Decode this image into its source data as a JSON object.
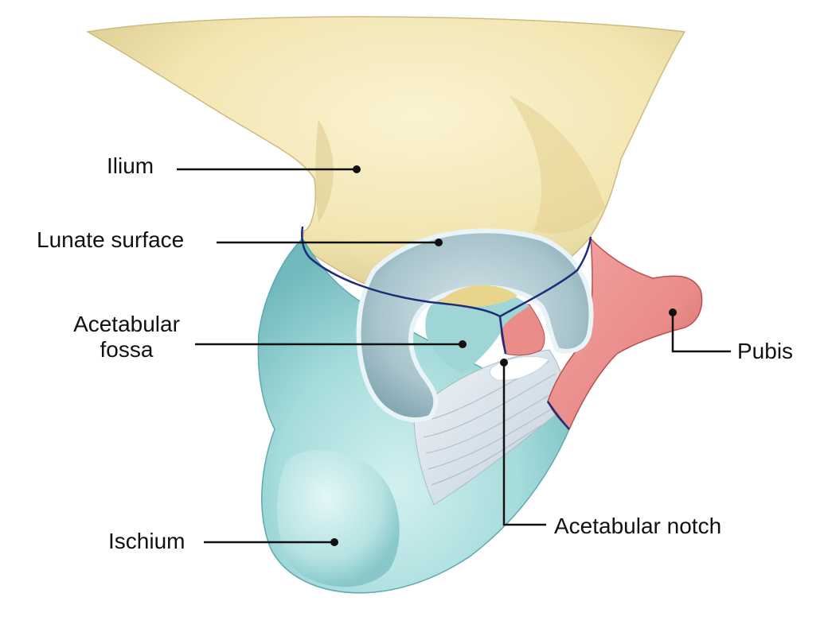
{
  "diagram": {
    "labels": {
      "ilium": "Ilium",
      "lunate_surface": "Lunate surface",
      "acetabular_fossa_line1": "Acetabular",
      "acetabular_fossa_line2": "fossa",
      "pubis": "Pubis",
      "acetabular_notch": "Acetabular notch",
      "ischium": "Ischium"
    },
    "colors": {
      "ilium": "#F2E6B2",
      "ilium_shadow": "#D9C88C",
      "ischium": "#A6DCDC",
      "ischium_light": "#D3F0F0",
      "ischium_shadow": "#6FB8BC",
      "pubis": "#E98C8A",
      "pubis_shadow": "#C9605E",
      "lunate": "#B7D1D8",
      "lunate_rim": "#E7F3F6",
      "fossa_yellow": "#E8D58C",
      "ligament": "#DDE6EE",
      "suture_line": "#1C2D7A",
      "leader_line": "#111111"
    }
  }
}
